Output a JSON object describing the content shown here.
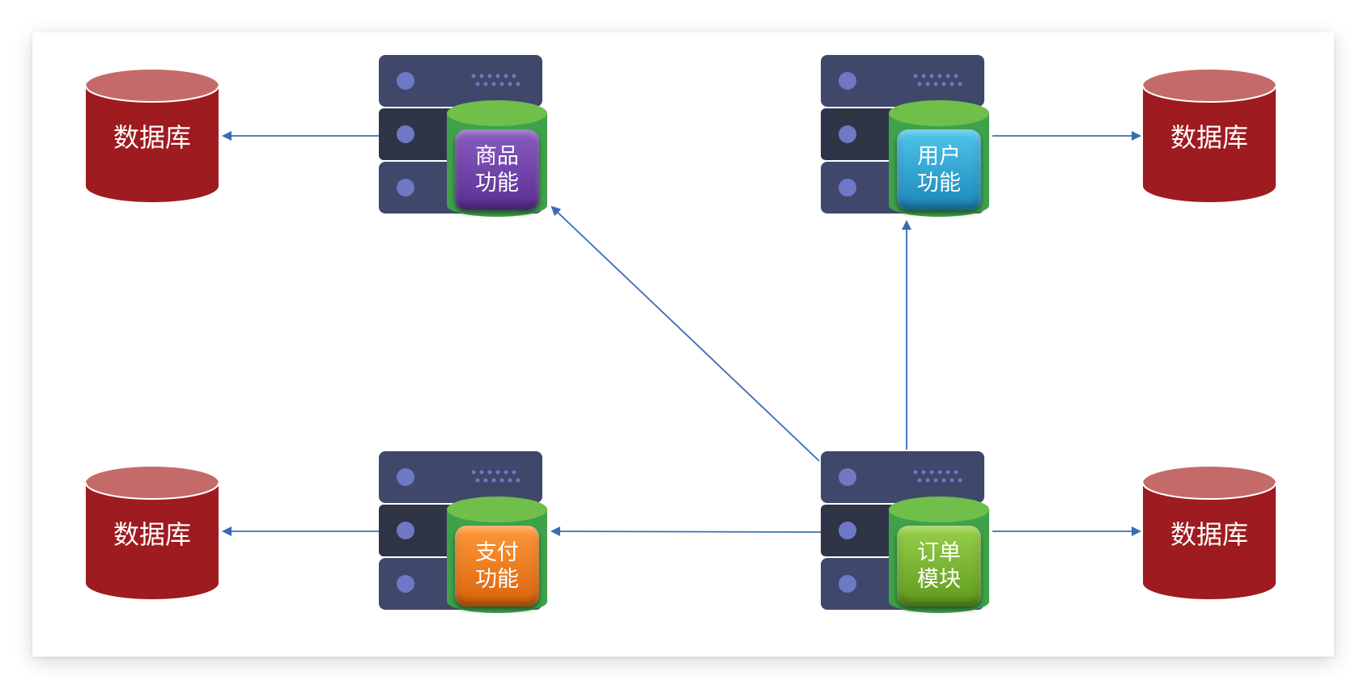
{
  "colors": {
    "database": "#9e1b1f",
    "database_top": "#c56a6a",
    "server_body": "#3f486b",
    "server_dark": "#2f3547",
    "server_dot": "#6e78c4",
    "cylinder_green": "#3ea24b",
    "arrow": "#3b6bb5"
  },
  "databases": {
    "top_left": {
      "label": "数据库"
    },
    "top_right": {
      "label": "数据库"
    },
    "bottom_left": {
      "label": "数据库"
    },
    "bottom_right": {
      "label": "数据库"
    }
  },
  "services": {
    "product": {
      "label": "商品\n功能",
      "color": "#6b3fa6"
    },
    "user": {
      "label": "用户\n功能",
      "color": "#26a5d3"
    },
    "payment": {
      "label": "支付\n功能",
      "color": "#f07a1a"
    },
    "order": {
      "label": "订单\n模块",
      "color": "#7ab52e"
    }
  }
}
